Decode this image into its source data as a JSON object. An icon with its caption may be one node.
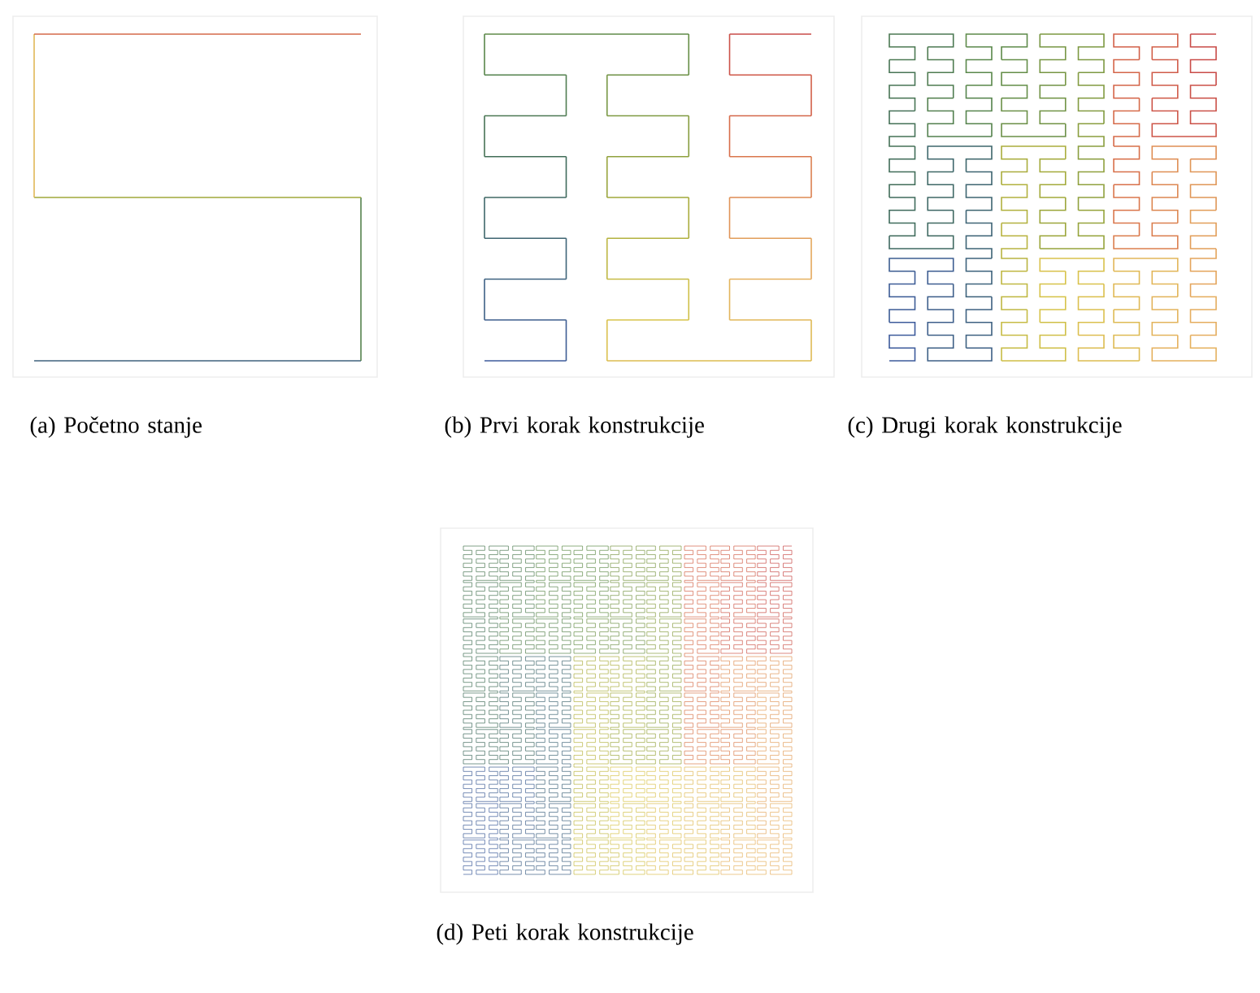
{
  "diagram": {
    "labels": [
      "(a) Početno stanje",
      "(b) Prvi korak konstrukcije",
      "(c) Drugi korak konstrukcije",
      "(d) Peti korak konstrukcije"
    ]
  }
}
